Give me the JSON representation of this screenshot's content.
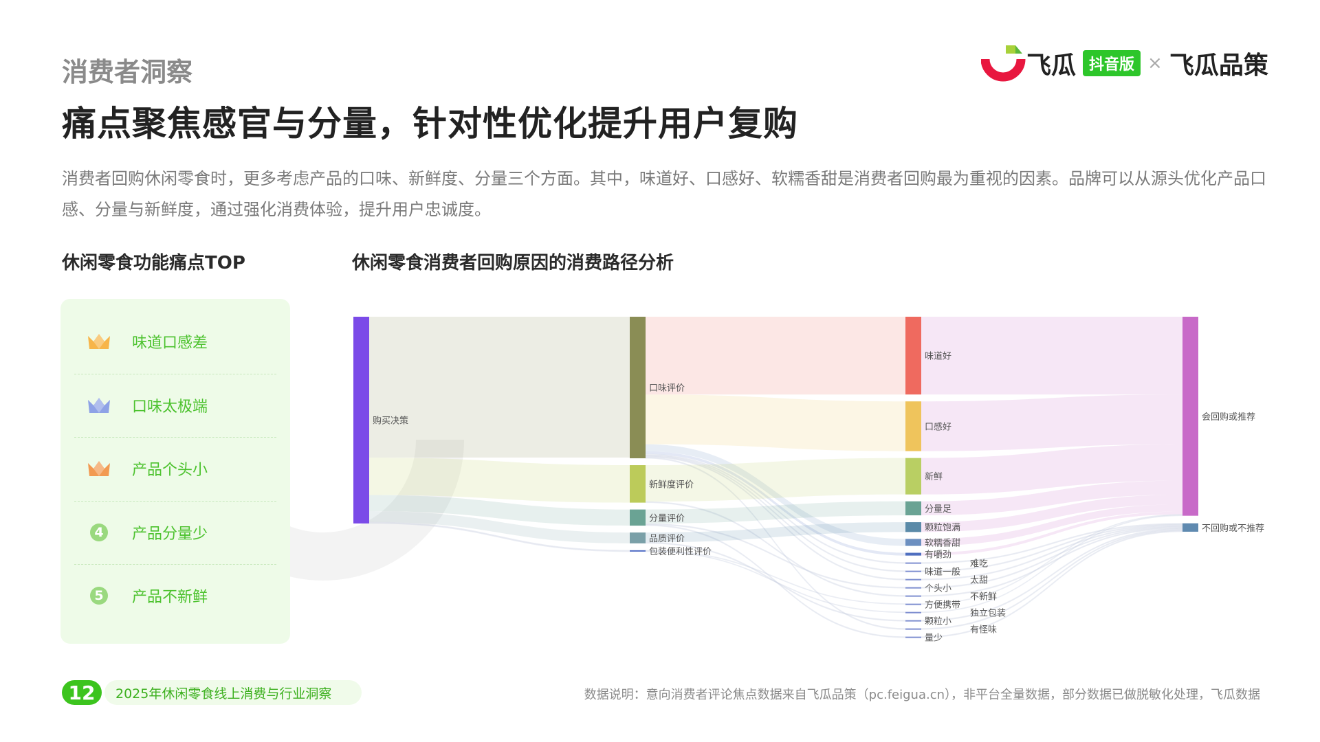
{
  "header": {
    "kicker": "消费者洞察",
    "title": "痛点聚焦感官与分量，针对性优化提升用户复购",
    "description": "消费者回购休闲零食时，更多考虑产品的口味、新鲜度、分量三个方面。其中，味道好、口感好、软糯香甜是消费者回购最为重视的因素。品牌可以从源头优化产品口感、分量与新鲜度，通过强化消费体验，提升用户忠诚度。"
  },
  "logo": {
    "brand1": "飞瓜",
    "badge": "抖音版",
    "times": "×",
    "brand2": "飞瓜品策",
    "colors": {
      "arc": "#e8173f",
      "leaf": "#a8d13a",
      "badge": "#2dc62a"
    }
  },
  "left": {
    "title": "休闲零食功能痛点TOP",
    "items": [
      {
        "rank": "1",
        "label": "味道口感差",
        "icon": "gold-crown-icon",
        "color": "#f7b54a"
      },
      {
        "rank": "2",
        "label": "口味太极端",
        "icon": "silver-crown-icon",
        "color": "#8ea2e6"
      },
      {
        "rank": "3",
        "label": "产品个头小",
        "icon": "bronze-crown-icon",
        "color": "#f29a52"
      },
      {
        "rank": "4",
        "label": "产品分量少",
        "icon": "number-badge-icon",
        "color": "#9ad97f"
      },
      {
        "rank": "5",
        "label": "产品不新鲜",
        "icon": "number-badge-icon",
        "color": "#9ad97f"
      }
    ]
  },
  "chart_title": "休闲零食消费者回购原因的消费路径分析",
  "watermark": "飞瓜数据",
  "chart_data": {
    "type": "sankey",
    "nodes": [
      {
        "name": "购买决策",
        "col": 0,
        "color": "#7b4be8"
      },
      {
        "name": "口味评价",
        "col": 1,
        "color": "#8a8d55"
      },
      {
        "name": "新鲜度评价",
        "col": 1,
        "color": "#bccb5a"
      },
      {
        "name": "分量评价",
        "col": 1,
        "color": "#6aa394"
      },
      {
        "name": "品质评价",
        "col": 1,
        "color": "#7aa0a8"
      },
      {
        "name": "包装便利性评价",
        "col": 1,
        "color": "#5470c6"
      },
      {
        "name": "味道好",
        "col": 2,
        "color": "#ef6a5f"
      },
      {
        "name": "口感好",
        "col": 2,
        "color": "#efc45c"
      },
      {
        "name": "新鲜",
        "col": 2,
        "color": "#b9cf63"
      },
      {
        "name": "分量足",
        "col": 2,
        "color": "#6aa394"
      },
      {
        "name": "颗粒饱满",
        "col": 2,
        "color": "#5a8aa8"
      },
      {
        "name": "软糯香甜",
        "col": 2,
        "color": "#6c8fc0"
      },
      {
        "name": "有嚼劲",
        "col": 2,
        "color": "#4f6fc0"
      },
      {
        "name": "难吃",
        "col": 2,
        "color": "#7f8fd0"
      },
      {
        "name": "味道一般",
        "col": 2,
        "color": "#7f8fd0"
      },
      {
        "name": "太甜",
        "col": 2,
        "color": "#7f8fd0"
      },
      {
        "name": "个头小",
        "col": 2,
        "color": "#7f8fd0"
      },
      {
        "name": "不新鲜",
        "col": 2,
        "color": "#7f8fd0"
      },
      {
        "name": "方便携带",
        "col": 2,
        "color": "#7f8fd0"
      },
      {
        "name": "独立包装",
        "col": 2,
        "color": "#7f8fd0"
      },
      {
        "name": "颗粒小",
        "col": 2,
        "color": "#7f8fd0"
      },
      {
        "name": "有怪味",
        "col": 2,
        "color": "#7f8fd0"
      },
      {
        "name": "量少",
        "col": 2,
        "color": "#7f8fd0"
      },
      {
        "name": "会回购或推荐",
        "col": 3,
        "color": "#c86ac8"
      },
      {
        "name": "不回购或不推荐",
        "col": 3,
        "color": "#5f8ab0"
      }
    ],
    "links": [
      [
        "购买决策",
        "口味评价",
        201
      ],
      [
        "购买决策",
        "新鲜度评价",
        53.5
      ],
      [
        "购买决策",
        "分量评价",
        23
      ],
      [
        "购买决策",
        "品质评价",
        15.5
      ],
      [
        "购买决策",
        "包装便利性评价",
        2
      ],
      [
        "口味评价",
        "味道好",
        111
      ],
      [
        "口味评价",
        "口感好",
        71
      ],
      [
        "口味评价",
        "软糯香甜",
        10
      ],
      [
        "口味评价",
        "有嚼劲",
        4
      ],
      [
        "口味评价",
        "难吃",
        1.5
      ],
      [
        "口味评价",
        "味道一般",
        1.5
      ],
      [
        "口味评价",
        "太甜",
        1.5
      ],
      [
        "口味评价",
        "有怪味",
        1.5
      ],
      [
        "新鲜度评价",
        "新鲜",
        52
      ],
      [
        "新鲜度评价",
        "不新鲜",
        1.5
      ],
      [
        "分量评价",
        "分量足",
        20
      ],
      [
        "分量评价",
        "个头小",
        1.5
      ],
      [
        "分量评价",
        "量少",
        1.5
      ],
      [
        "品质评价",
        "颗粒饱满",
        14
      ],
      [
        "品质评价",
        "颗粒小",
        1.5
      ],
      [
        "包装便利性评价",
        "方便携带",
        1
      ],
      [
        "包装便利性评价",
        "独立包装",
        1
      ],
      [
        "味道好",
        "会回购或推荐",
        111
      ],
      [
        "口感好",
        "会回购或推荐",
        71
      ],
      [
        "新鲜",
        "会回购或推荐",
        52
      ],
      [
        "分量足",
        "会回购或推荐",
        20
      ],
      [
        "颗粒饱满",
        "会回购或推荐",
        14
      ],
      [
        "软糯香甜",
        "会回购或推荐",
        10
      ],
      [
        "有嚼劲",
        "会回购或推荐",
        4
      ],
      [
        "方便携带",
        "会回购或推荐",
        1
      ],
      [
        "独立包装",
        "会回购或推荐",
        1
      ],
      [
        "难吃",
        "不回购或不推荐",
        1.5
      ],
      [
        "味道一般",
        "不回购或不推荐",
        1.5
      ],
      [
        "太甜",
        "不回购或不推荐",
        1.5
      ],
      [
        "个头小",
        "不回购或不推荐",
        1.5
      ],
      [
        "不新鲜",
        "不回购或不推荐",
        1.5
      ],
      [
        "颗粒小",
        "不回购或不推荐",
        1.5
      ],
      [
        "有怪味",
        "不回购或不推荐",
        1.5
      ],
      [
        "量少",
        "不回购或不推荐",
        1.5
      ]
    ]
  },
  "footer": {
    "page": "12",
    "caption": "2025年休闲零食线上消费与行业洞察",
    "note": "数据说明：意向消费者评论焦点数据来自飞瓜品策（pc.feigua.cn），非平台全量数据，部分数据已做脱敏化处理，飞瓜数据"
  }
}
